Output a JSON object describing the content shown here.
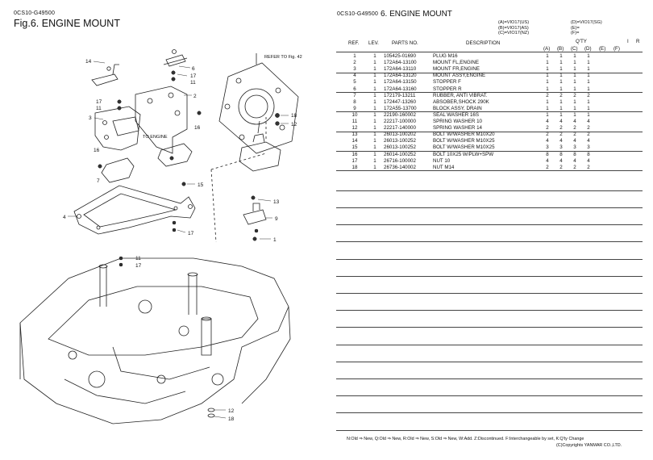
{
  "left_page": {
    "doc_code": "0CS10-G49500",
    "figure_title": "Fig.6.  ENGINE MOUNT",
    "callouts": [
      "14",
      "6",
      "17",
      "11",
      "2",
      "17",
      "11",
      "3",
      "16",
      "16",
      "7",
      "18",
      "12",
      "15",
      "4",
      "13",
      "9",
      "1",
      "17",
      "11",
      "17",
      "12",
      "18"
    ],
    "refer_label": "REFER TO Fig. 42",
    "to_engine_label": "TO ENGINE"
  },
  "right_page": {
    "doc_code": "0CS10-G49500",
    "title": "6.  ENGINE MOUNT",
    "model_key_left": [
      "(A)=VIO17(US)",
      "(B)=VIO17(AS)",
      "(C)=VIO17(NZ)"
    ],
    "model_key_right": [
      "(D)=VIO17(SG)",
      "(E)=",
      "(F)="
    ],
    "headers": {
      "ref": "REF.",
      "lev": "LEV.",
      "parts_no": "PARTS NO.",
      "description": "DESCRIPTION",
      "qty": "Q'TY",
      "i": "I",
      "r": "R",
      "qty_cols": [
        "(A)",
        "(B)",
        "(C)",
        "(D)",
        "(E)",
        "(F)"
      ]
    },
    "parts": [
      {
        "ref": "1",
        "lev": "1",
        "no": "105425-01690",
        "desc": "PLUG M16",
        "qty": [
          "1",
          "1",
          "1",
          "1"
        ]
      },
      {
        "ref": "2",
        "lev": "1",
        "no": "172A64-13100",
        "desc": "MOUNT FL,ENGINE",
        "qty": [
          "1",
          "1",
          "1",
          "1"
        ]
      },
      {
        "ref": "3",
        "lev": "1",
        "no": "172A64-13110",
        "desc": "MOUNT FR,ENGINE",
        "qty": [
          "1",
          "1",
          "1",
          "1"
        ]
      },
      {
        "ref": "4",
        "lev": "1",
        "no": "172A64-13120",
        "desc": "MOUNT ASSY,ENGINE",
        "qty": [
          "1",
          "1",
          "1",
          "1"
        ]
      },
      {
        "ref": "5",
        "lev": "1",
        "no": "172A64-13150",
        "desc": "STOPPER F",
        "qty": [
          "1",
          "1",
          "1",
          "1"
        ]
      },
      {
        "ref": "6",
        "lev": "1",
        "no": "172A64-13160",
        "desc": "STOPPER R",
        "qty": [
          "1",
          "1",
          "1",
          "1"
        ]
      },
      {
        "ref": "7",
        "lev": "1",
        "no": "172179-13211",
        "desc": "RUBBER, ANTI VIBRAT.",
        "qty": [
          "2",
          "2",
          "2",
          "2"
        ]
      },
      {
        "ref": "8",
        "lev": "1",
        "no": "172447-13260",
        "desc": "ABSOBER,SHOCK 290K",
        "qty": [
          "1",
          "1",
          "1",
          "1"
        ]
      },
      {
        "ref": "9",
        "lev": "1",
        "no": "172A55-13700",
        "desc": "BLOCK ASSY, DRAIN",
        "qty": [
          "1",
          "1",
          "1",
          "1"
        ]
      },
      {
        "ref": "10",
        "lev": "1",
        "no": "22190-160002",
        "desc": "SEAL WASHER 16S",
        "qty": [
          "1",
          "1",
          "1",
          "1"
        ]
      },
      {
        "ref": "11",
        "lev": "1",
        "no": "22217-100000",
        "desc": "SPRING WASHER 10",
        "qty": [
          "4",
          "4",
          "4",
          "4"
        ]
      },
      {
        "ref": "12",
        "lev": "1",
        "no": "22217-140000",
        "desc": "SPRING WASHER 14",
        "qty": [
          "2",
          "2",
          "2",
          "2"
        ]
      },
      {
        "ref": "13",
        "lev": "1",
        "no": "26013-100202",
        "desc": "BOLT W/WASHER M10X20",
        "qty": [
          "2",
          "2",
          "2",
          "2"
        ]
      },
      {
        "ref": "14",
        "lev": "1",
        "no": "26013-100252",
        "desc": "BOLT W/WASHER M10X25",
        "qty": [
          "4",
          "4",
          "4",
          "4"
        ]
      },
      {
        "ref": "15",
        "lev": "1",
        "no": "26013-100252",
        "desc": "BOLT W/WASHER M10X25",
        "qty": [
          "3",
          "3",
          "3",
          "3"
        ]
      },
      {
        "ref": "16",
        "lev": "1",
        "no": "26014-100252",
        "desc": "BOLT 10X25 W/PLW+SPW",
        "qty": [
          "8",
          "8",
          "8",
          "8"
        ]
      },
      {
        "ref": "17",
        "lev": "1",
        "no": "26716-100002",
        "desc": "NUT 10",
        "qty": [
          "4",
          "4",
          "4",
          "4"
        ]
      },
      {
        "ref": "18",
        "lev": "1",
        "no": "26736-140002",
        "desc": "NUT M14",
        "qty": [
          "2",
          "2",
          "2",
          "2"
        ]
      }
    ],
    "footer": {
      "line1": "N:Old ⇒ New, Q:Old ⇒ New, R:Old ⇒ New, S:Old ⇒ New, W:Add. Z:Discontinued. F:Interchangeable by set, K:Q'ty Change",
      "line2": "(C)Copyrights YANMAR CO.,LTD."
    }
  }
}
